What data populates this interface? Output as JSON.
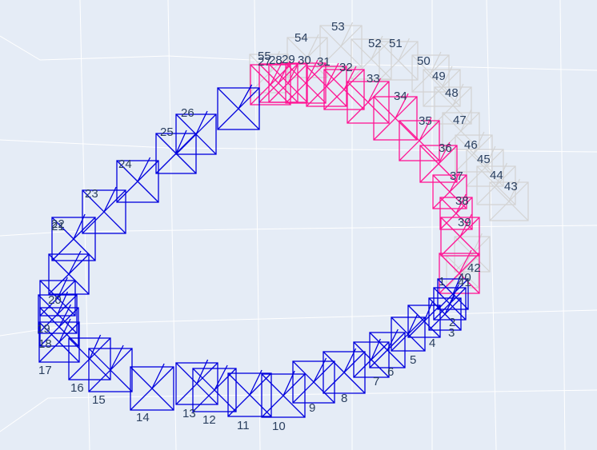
{
  "colors": {
    "background": "#e5ecf6",
    "grid": "#ffffff",
    "label": "#2a3f5f",
    "trajectory_1": "#0000dd",
    "trajectory_2": "#ff1493",
    "trajectory_3": "#d3d3d3"
  },
  "frames": {
    "blue": [
      "1",
      "2",
      "3",
      "4",
      "5",
      "6",
      "7",
      "8",
      "9",
      "10",
      "11",
      "12",
      "13",
      "14",
      "15",
      "16",
      "17",
      "18",
      "19",
      "20",
      "21",
      "22",
      "23",
      "24",
      "25",
      "26"
    ],
    "pink": [
      "27",
      "28",
      "29",
      "30",
      "31",
      "32",
      "33",
      "34",
      "35",
      "36",
      "37",
      "38",
      "39",
      "40"
    ],
    "gray": [
      "41",
      "42",
      "43",
      "44",
      "45",
      "46",
      "47",
      "48",
      "49",
      "50",
      "51",
      "52",
      "53",
      "54",
      "55"
    ]
  }
}
